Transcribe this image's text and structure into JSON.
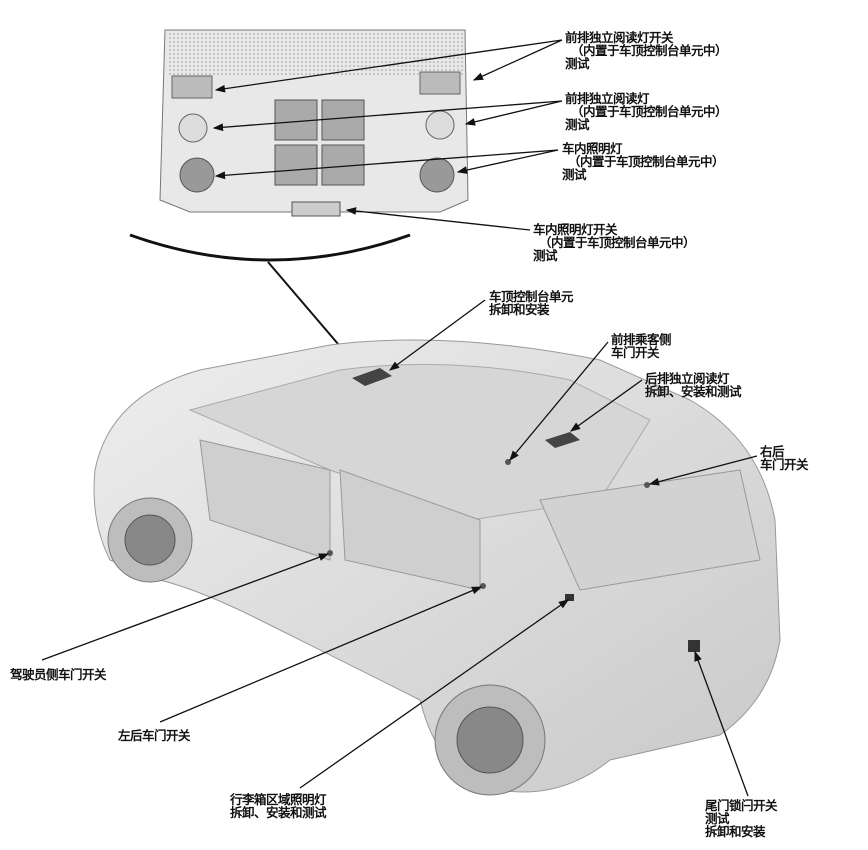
{
  "labels": {
    "front_reading_switch": {
      "name": "前排独立阅读灯开关",
      "location": "（内置于车顶控制台单元中）",
      "action": "测试"
    },
    "front_reading_light": {
      "name": "前排独立阅读灯",
      "location": "（内置于车顶控制台单元中）",
      "action": "测试"
    },
    "interior_light": {
      "name": "车内照明灯",
      "location": "（内置于车顶控制台单元中）",
      "action": "测试"
    },
    "interior_light_switch": {
      "name": "车内照明灯开关",
      "location": "（内置于车顶控制台单元中）",
      "action": "测试"
    },
    "roof_console": {
      "name": "车顶控制台单元",
      "action": "拆卸和安装"
    },
    "front_passenger_door_switch": {
      "name": "前排乘客侧",
      "name2": "车门开关"
    },
    "rear_reading_light": {
      "name": "后排独立阅读灯",
      "action": "拆卸、安装和测试"
    },
    "right_rear_door_switch": {
      "name": "右后",
      "name2": "车门开关"
    },
    "driver_door_switch": {
      "name": "驾驶员侧车门开关"
    },
    "left_rear_door_switch": {
      "name": "左后车门开关"
    },
    "cargo_light": {
      "name": "行李箱区域照明灯",
      "action": "拆卸、安装和测试"
    },
    "tailgate_latch_switch": {
      "name": "尾门锁闩开关",
      "action": "测试",
      "action2": "拆卸和安装"
    }
  }
}
